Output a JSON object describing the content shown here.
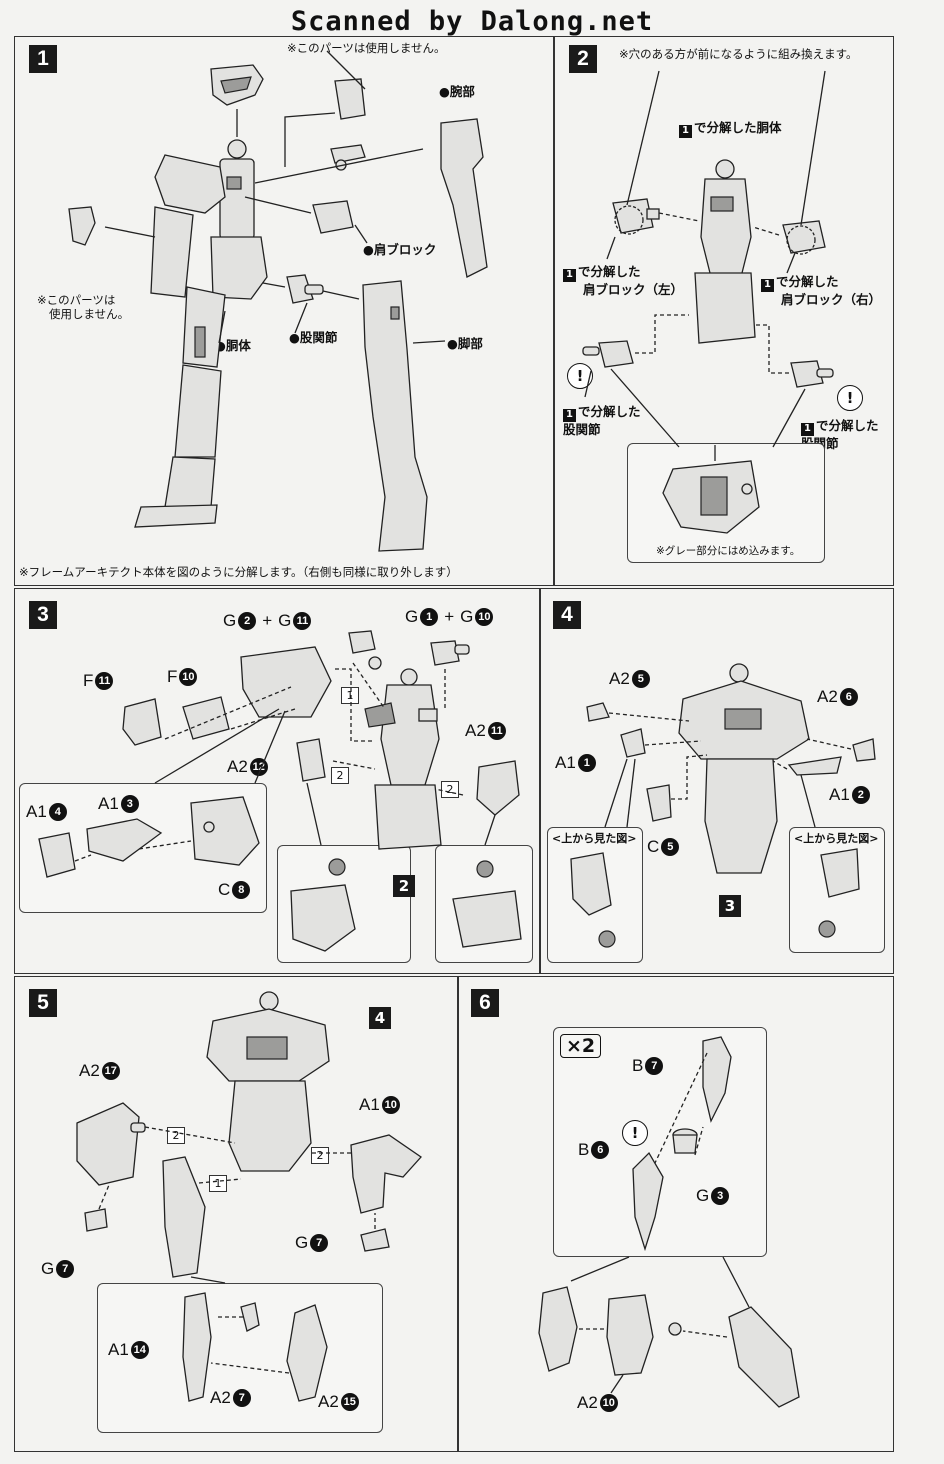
{
  "header": "Scanned by Dalong.net",
  "p1": {
    "num": "1",
    "note_top": "※このパーツは使用しません。",
    "arm": "●腕部",
    "shoulder": "●肩ブロック",
    "hip": "●股関節",
    "body": "●胴体",
    "leg": "●脚部",
    "note_left1": "※このパーツは",
    "note_left2": "使用しません。",
    "note_bottom": "※フレームアーキテクト本体を図のように分解します。（右側も同様に取り外します）"
  },
  "p2": {
    "num": "2",
    "note_top": "※穴のある方が前になるように組み換えます。",
    "torso": "で分解した胴体",
    "sh_left1": "で分解した",
    "sh_left2": "肩ブロック（左）",
    "sh_right1": "で分解した",
    "sh_right2": "肩ブロック（右）",
    "hip_left1": "で分解した",
    "hip_left2": "股関節",
    "hip_right1": "で分解した",
    "hip_right2": "股関節",
    "ref": "1",
    "excl": "!",
    "gray_note": "※グレー部分にはめ込みます。"
  },
  "p3": {
    "num": "3",
    "g2": "G",
    "g2n": "2",
    "g11": "G",
    "g11n": "11",
    "plus": "+",
    "g1": "G",
    "g1n": "1",
    "g10": "G",
    "g10n": "10",
    "f11": "F",
    "f11n": "11",
    "f10": "F",
    "f10n": "10",
    "a2_12": "A2",
    "a2_12n": "12",
    "a2_11": "A2",
    "a2_11n": "11",
    "a1_4": "A1",
    "a1_4n": "4",
    "a1_3": "A1",
    "a1_3n": "3",
    "c8": "C",
    "c8n": "8",
    "s1": "1",
    "s2a": "2",
    "s2b": "2",
    "ref": "2"
  },
  "p4": {
    "num": "4",
    "a2_5": "A2",
    "a2_5n": "5",
    "a2_6": "A2",
    "a2_6n": "6",
    "a1_1": "A1",
    "a1_1n": "1",
    "a1_2": "A1",
    "a1_2n": "2",
    "c5": "C",
    "c5n": "5",
    "view_left": "<上から見た図>",
    "view_right": "<上から見た図>",
    "ref": "3"
  },
  "p5": {
    "num": "5",
    "ref": "4",
    "a2_17": "A2",
    "a2_17n": "17",
    "a1_10": "A1",
    "a1_10n": "10",
    "g7a": "G",
    "g7an": "7",
    "g7b": "G",
    "g7bn": "7",
    "a1_14": "A1",
    "a1_14n": "14",
    "a2_7": "A2",
    "a2_7n": "7",
    "a2_15": "A2",
    "a2_15n": "15",
    "s2a": "2",
    "s2b": "2",
    "s1": "1"
  },
  "p6": {
    "num": "6",
    "x2": "×2",
    "b7": "B",
    "b7n": "7",
    "b6": "B",
    "b6n": "6",
    "g3": "G",
    "g3n": "3",
    "excl": "!",
    "a2_10": "A2",
    "a2_10n": "10"
  }
}
